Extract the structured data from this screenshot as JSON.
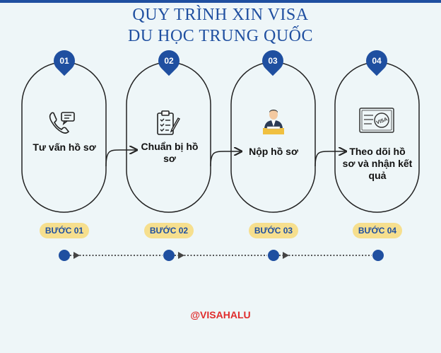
{
  "title": {
    "line1": "QUY TRÌNH XIN VISA",
    "line2": "DU HỌC TRUNG QUỐC"
  },
  "steps": [
    {
      "number": "01",
      "label": "Tư vấn hồ sơ",
      "badge": "BƯỚC 01",
      "icon": "phone-chat-icon"
    },
    {
      "number": "02",
      "label": "Chuẩn bị hồ sơ",
      "badge": "BƯỚC 02",
      "icon": "clipboard-checklist-icon"
    },
    {
      "number": "03",
      "label": "Nộp hồ sơ",
      "badge": "BƯỚC 03",
      "icon": "officer-at-desk-icon"
    },
    {
      "number": "04",
      "label": "Theo dõi hồ sơ và nhận kết quả",
      "badge": "BƯỚC 04",
      "icon": "visa-document-icon"
    }
  ],
  "footer": {
    "handle": "@VISAHALU"
  },
  "colors": {
    "primary": "#1f4fa0",
    "badge_bg": "#f6df8e",
    "handle": "#e02c2c",
    "background": "#eef6f8"
  }
}
